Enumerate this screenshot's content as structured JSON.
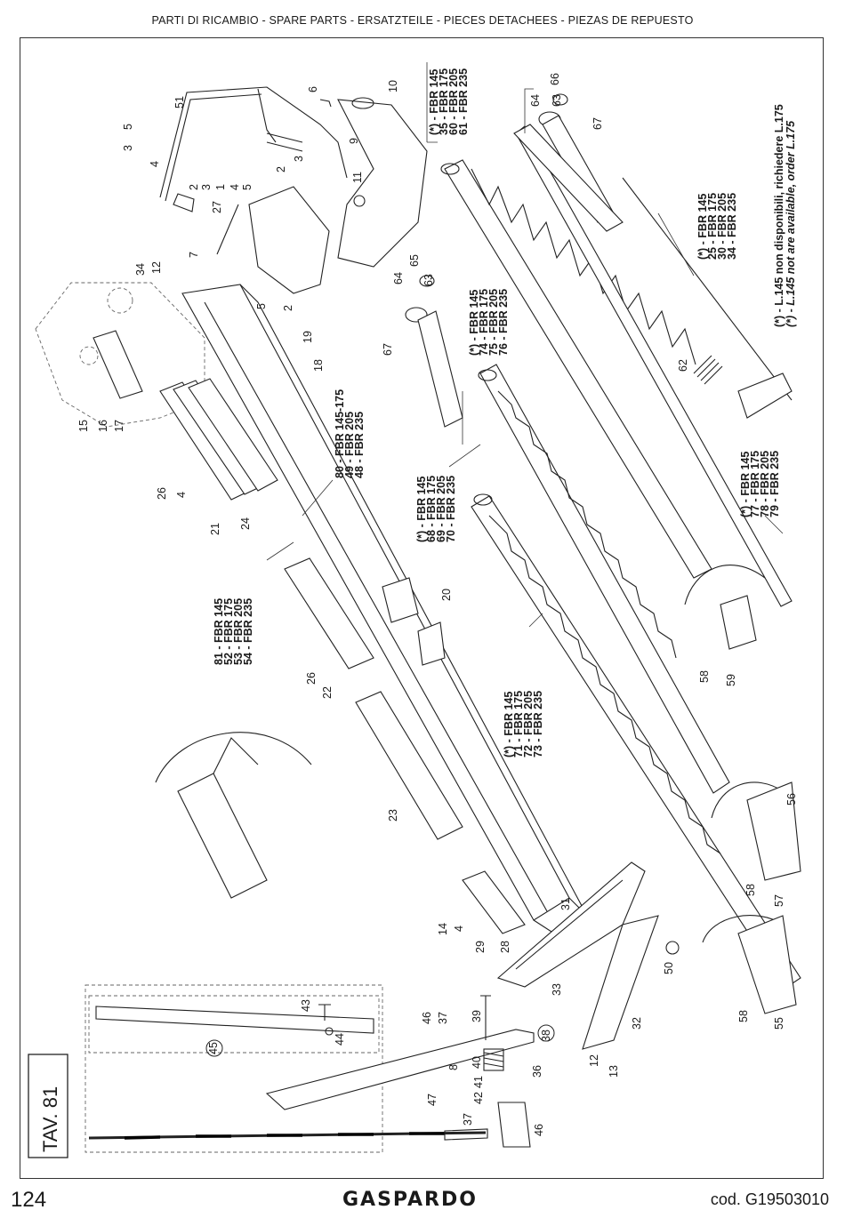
{
  "header": {
    "title": "PARTI DI RICAMBIO - SPARE PARTS - ERSATZTEILE - PIECES DETACHEES - PIEZAS DE REPUESTO"
  },
  "table_label": "TAV. 81",
  "footer": {
    "page_number": "124",
    "brand": "GASPARDO",
    "code": "cod.  G19503010"
  },
  "notes": {
    "it": "(*) - L.145 non disponibili, richiedere L.175",
    "en": "(*) - L.145 not are available, order L.175"
  },
  "callout_groups": [
    {
      "id": "g35",
      "lines": [
        "(*) - FBR 145",
        "35  -  FBR 175",
        "60  -  FBR 205",
        "61  -  FBR 235"
      ]
    },
    {
      "id": "g25",
      "lines": [
        "(*) - FBR 145",
        "25  -  FBR 175",
        "30  -  FBR 205",
        "34  -  FBR 235"
      ]
    },
    {
      "id": "g74",
      "lines": [
        "(*) - FBR 145",
        "74  -  FBR 175",
        "75  -  FBR 205",
        "76  -  FBR 235"
      ]
    },
    {
      "id": "g80",
      "lines": [
        "80  -  FBR 145-175",
        "49  -  FBR 205",
        "48  -  FBR 235"
      ]
    },
    {
      "id": "g68",
      "lines": [
        "(*) - FBR 145",
        "68  -  FBR 175",
        "69  -  FBR 205",
        "70  -  FBR 235"
      ]
    },
    {
      "id": "g77",
      "lines": [
        "(*) - FBR 145",
        "77  -  FBR 175",
        "78  -  FBR 205",
        "79  -  FBR 235"
      ]
    },
    {
      "id": "g81",
      "lines": [
        "81  -  FBR 145",
        "52  -  FBR 175",
        "53  -  FBR 205",
        "54  -  FBR 235"
      ]
    },
    {
      "id": "g71",
      "lines": [
        "(*) - FBR 145",
        "71  -  FBR 175",
        "72  -  FBR 205",
        "73  -  FBR 235"
      ]
    }
  ],
  "part_numbers": [
    {
      "id": "p51",
      "text": "51"
    },
    {
      "id": "p5a",
      "text": "5"
    },
    {
      "id": "p3a",
      "text": "3"
    },
    {
      "id": "p4a",
      "text": "4"
    },
    {
      "id": "p6",
      "text": "6"
    },
    {
      "id": "p10",
      "text": "10"
    },
    {
      "id": "p9",
      "text": "9"
    },
    {
      "id": "p11",
      "text": "11"
    },
    {
      "id": "p2a",
      "text": "2"
    },
    {
      "id": "p3b",
      "text": "3"
    },
    {
      "id": "p1",
      "text": "1"
    },
    {
      "id": "p4b",
      "text": "4"
    },
    {
      "id": "p5b",
      "text": "5"
    },
    {
      "id": "p2b",
      "text": "2"
    },
    {
      "id": "p3c",
      "text": "3"
    },
    {
      "id": "p27",
      "text": "27"
    },
    {
      "id": "p7",
      "text": "7"
    },
    {
      "id": "p5c",
      "text": "5"
    },
    {
      "id": "p2c",
      "text": "2"
    },
    {
      "id": "p34",
      "text": "34"
    },
    {
      "id": "p12a",
      "text": "12"
    },
    {
      "id": "p19",
      "text": "19"
    },
    {
      "id": "p18",
      "text": "18"
    },
    {
      "id": "p15",
      "text": "15"
    },
    {
      "id": "p16",
      "text": "16"
    },
    {
      "id": "p17",
      "text": "17"
    },
    {
      "id": "p26a",
      "text": "26"
    },
    {
      "id": "p4c",
      "text": "4"
    },
    {
      "id": "p21",
      "text": "21"
    },
    {
      "id": "p24",
      "text": "24"
    },
    {
      "id": "p64a",
      "text": "64"
    },
    {
      "id": "p65",
      "text": "65"
    },
    {
      "id": "p63a",
      "text": "63"
    },
    {
      "id": "p67a",
      "text": "67"
    },
    {
      "id": "p64b",
      "text": "64"
    },
    {
      "id": "p66",
      "text": "66"
    },
    {
      "id": "p63b",
      "text": "63"
    },
    {
      "id": "p67b",
      "text": "67"
    },
    {
      "id": "p62",
      "text": "62"
    },
    {
      "id": "p20",
      "text": "20"
    },
    {
      "id": "p26b",
      "text": "26"
    },
    {
      "id": "p22",
      "text": "22"
    },
    {
      "id": "p58a",
      "text": "58"
    },
    {
      "id": "p59",
      "text": "59"
    },
    {
      "id": "p23",
      "text": "23"
    },
    {
      "id": "p56",
      "text": "56"
    },
    {
      "id": "p58b",
      "text": "58"
    },
    {
      "id": "p57",
      "text": "57"
    },
    {
      "id": "p31",
      "text": "31"
    },
    {
      "id": "p14",
      "text": "14"
    },
    {
      "id": "p4d",
      "text": "4"
    },
    {
      "id": "p29",
      "text": "29"
    },
    {
      "id": "p28",
      "text": "28"
    },
    {
      "id": "p50",
      "text": "50"
    },
    {
      "id": "p58c",
      "text": "58"
    },
    {
      "id": "p55",
      "text": "55"
    },
    {
      "id": "p33",
      "text": "33"
    },
    {
      "id": "p32",
      "text": "32"
    },
    {
      "id": "p12b",
      "text": "12"
    },
    {
      "id": "p13",
      "text": "13"
    },
    {
      "id": "p43",
      "text": "43"
    },
    {
      "id": "p44",
      "text": "44"
    },
    {
      "id": "p45",
      "text": "45"
    },
    {
      "id": "p46a",
      "text": "46"
    },
    {
      "id": "p37a",
      "text": "37"
    },
    {
      "id": "p39",
      "text": "39"
    },
    {
      "id": "p38",
      "text": "38"
    },
    {
      "id": "p8",
      "text": "8"
    },
    {
      "id": "p40",
      "text": "40"
    },
    {
      "id": "p41",
      "text": "41"
    },
    {
      "id": "p42",
      "text": "42"
    },
    {
      "id": "p36",
      "text": "36"
    },
    {
      "id": "p47",
      "text": "47"
    },
    {
      "id": "p37b",
      "text": "37"
    },
    {
      "id": "p46b",
      "text": "46"
    }
  ]
}
